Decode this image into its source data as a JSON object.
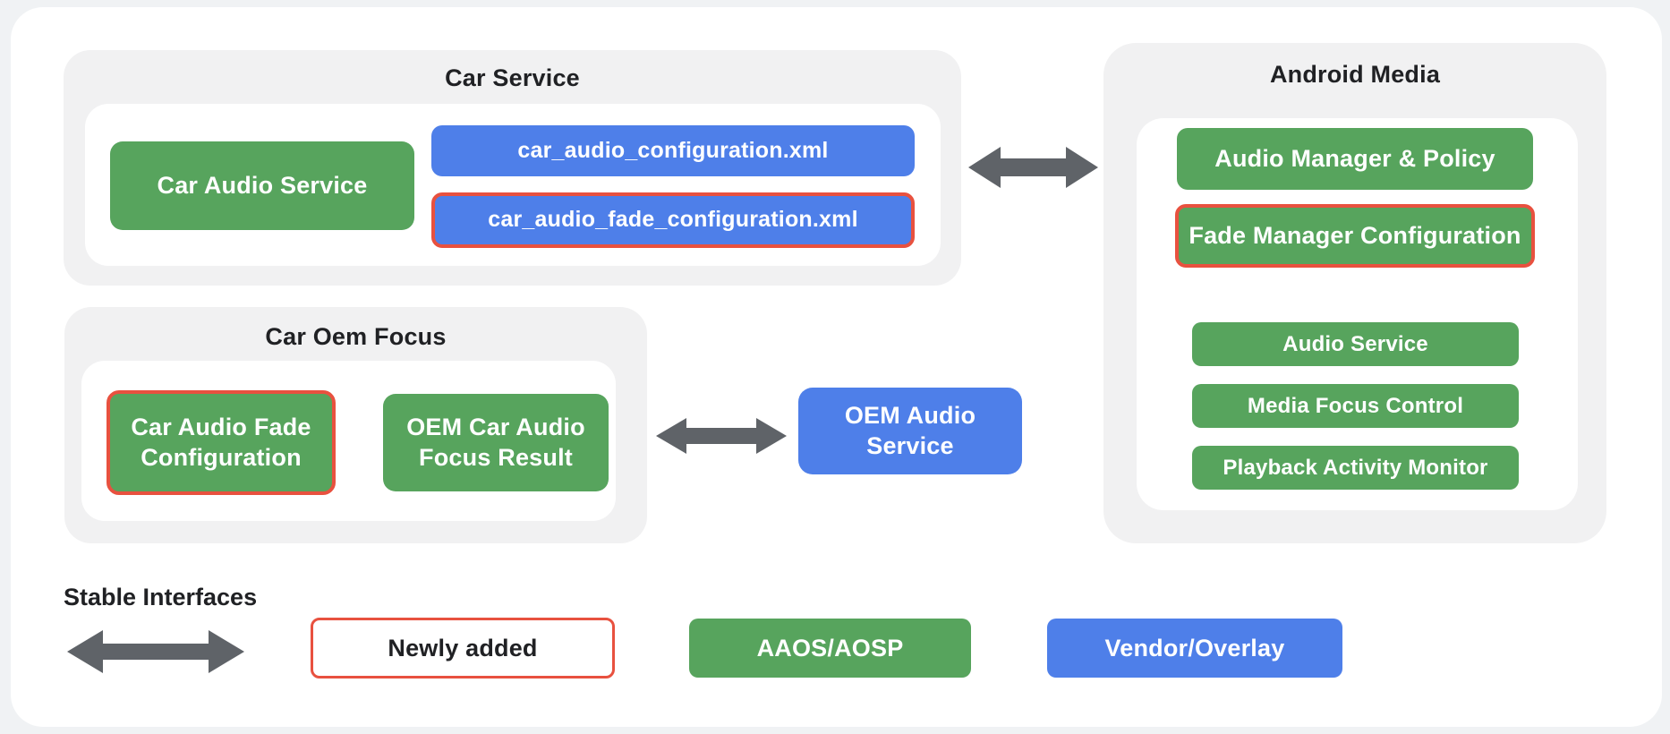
{
  "colors": {
    "page_bg": "#f0f2f4",
    "canvas_bg": "#ffffff",
    "container_gray": "#f1f1f2",
    "green": "#57a45d",
    "blue": "#4e7fe9",
    "arrow_gray": "#5f6368",
    "red_outline": "#e8513f",
    "text_dark": "#202124"
  },
  "sections": {
    "car_service": {
      "title": "Car Service",
      "boxes": {
        "car_audio_service": "Car Audio Service",
        "config_xml": "car_audio_configuration.xml",
        "fade_config_xml": "car_audio_fade_configuration.xml"
      }
    },
    "android_media": {
      "title": "Android Media",
      "boxes": {
        "audio_manager_policy": "Audio Manager & Policy",
        "fade_manager_config": "Fade Manager Configuration",
        "audio_service": "Audio Service",
        "media_focus_control": "Media Focus Control",
        "playback_activity_monitor": "Playback Activity Monitor"
      }
    },
    "car_oem_focus": {
      "title": "Car Oem Focus",
      "boxes": {
        "car_audio_fade_config": "Car Audio Fade Configuration",
        "oem_car_audio_focus_result": "OEM Car Audio Focus Result"
      }
    },
    "oem_audio_service": {
      "label": "OEM Audio Service"
    }
  },
  "legend": {
    "stable_interfaces": "Stable Interfaces",
    "newly_added": "Newly added",
    "aaos_aosp": "AAOS/AOSP",
    "vendor_overlay": "Vendor/Overlay"
  }
}
